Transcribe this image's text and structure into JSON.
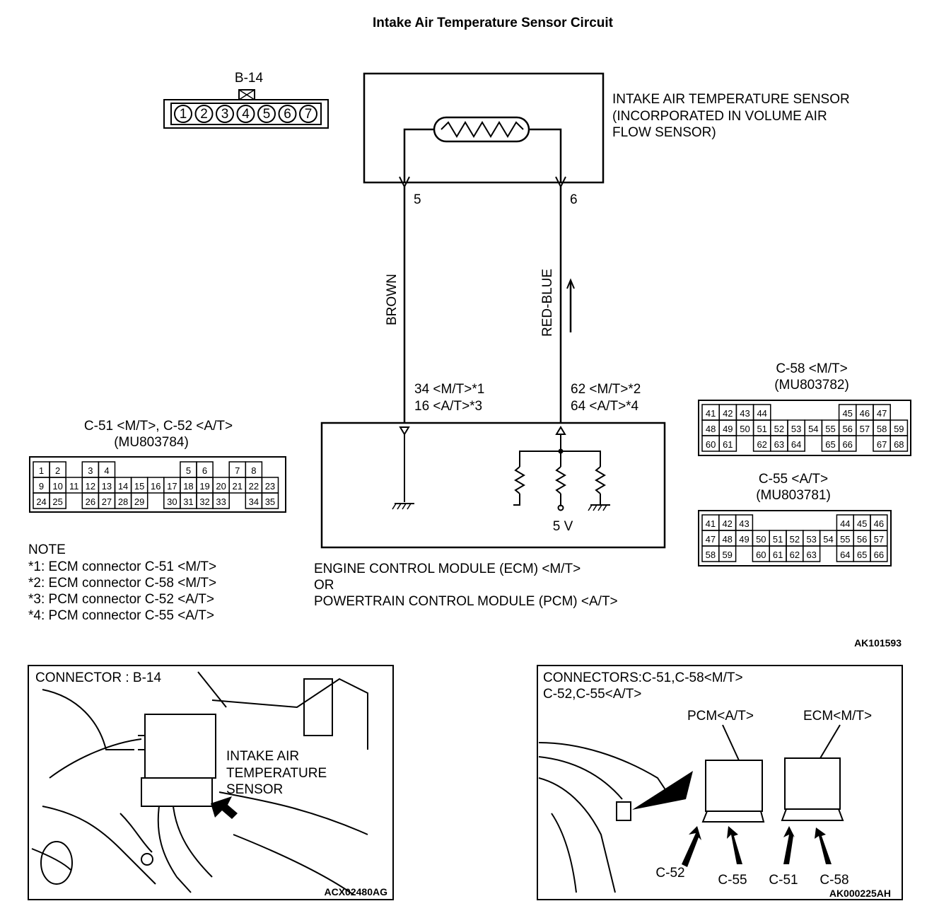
{
  "title": "Intake Air Temperature Sensor Circuit",
  "b14": {
    "label": "B-14",
    "pins": [
      "1",
      "2",
      "3",
      "4",
      "5",
      "6",
      "7"
    ]
  },
  "sensor": {
    "lines": [
      "INTAKE AIR TEMPERATURE SENSOR",
      "(INCORPORATED IN VOLUME AIR",
      "FLOW SENSOR)"
    ],
    "pin_left": "5",
    "pin_right": "6"
  },
  "wires": {
    "left_color": "BROWN",
    "right_color": "RED-BLUE",
    "left_pins": [
      "34 <M/T>*1",
      "16 <A/T>*3"
    ],
    "right_pins": [
      "62 <M/T>*2",
      "64 <A/T>*4"
    ]
  },
  "ecm": {
    "supply": "5 V",
    "lines": [
      "ENGINE CONTROL MODULE (ECM) <M/T>",
      "OR",
      "POWERTRAIN CONTROL MODULE (PCM) <A/T>"
    ]
  },
  "c51": {
    "title": "C-51 <M/T>, C-52 <A/T>",
    "part": "(MU803784)",
    "rows": [
      [
        "1",
        "2",
        "",
        "3",
        "4",
        "",
        "",
        "",
        "",
        "5",
        "6",
        "",
        "7",
        "8"
      ],
      [
        "9",
        "10",
        "11",
        "12",
        "13",
        "14",
        "15",
        "16",
        "17",
        "18",
        "19",
        "20",
        "21",
        "22",
        "23"
      ],
      [
        "24",
        "25",
        "",
        "26",
        "27",
        "28",
        "29",
        "",
        "30",
        "31",
        "32",
        "33",
        "",
        "34",
        "35"
      ]
    ]
  },
  "c58": {
    "title": "C-58 <M/T>",
    "part": "(MU803782)",
    "rows": [
      [
        "41",
        "42",
        "43",
        "44",
        "",
        "",
        "",
        "",
        "45",
        "46",
        "47"
      ],
      [
        "48",
        "49",
        "50",
        "51",
        "52",
        "53",
        "54",
        "55",
        "56",
        "57",
        "58",
        "59"
      ],
      [
        "60",
        "61",
        "",
        "62",
        "63",
        "64",
        "",
        "65",
        "66",
        "",
        "67",
        "68"
      ]
    ]
  },
  "c55": {
    "title": "C-55 <A/T>",
    "part": "(MU803781)",
    "rows": [
      [
        "41",
        "42",
        "43",
        "",
        "",
        "",
        "",
        "",
        "44",
        "45",
        "46"
      ],
      [
        "47",
        "48",
        "49",
        "50",
        "51",
        "52",
        "53",
        "54",
        "55",
        "56",
        "57"
      ],
      [
        "58",
        "59",
        "",
        "60",
        "61",
        "62",
        "63",
        "",
        "64",
        "65",
        "66"
      ]
    ]
  },
  "note": {
    "heading": "NOTE",
    "items": [
      "*1: ECM connector C-51 <M/T>",
      "*2: ECM connector C-58 <M/T>",
      "*3: PCM connector C-52 <A/T>",
      "*4: PCM connector C-55 <A/T>"
    ]
  },
  "diagram_code": "AK101593",
  "photo_left": {
    "heading": "CONNECTOR : B-14",
    "callout": [
      "INTAKE AIR",
      "TEMPERATURE",
      "SENSOR"
    ],
    "code": "ACX02480AG"
  },
  "photo_right": {
    "heading_lines": [
      "CONNECTORS:C-51,C-58<M/T>",
      "C-52,C-55<A/T>"
    ],
    "pcm_label": "PCM<A/T>",
    "ecm_label": "ECM<M/T>",
    "connector_labels": [
      "C-52",
      "C-55",
      "C-51",
      "C-58"
    ],
    "code": "AK000225AH"
  }
}
